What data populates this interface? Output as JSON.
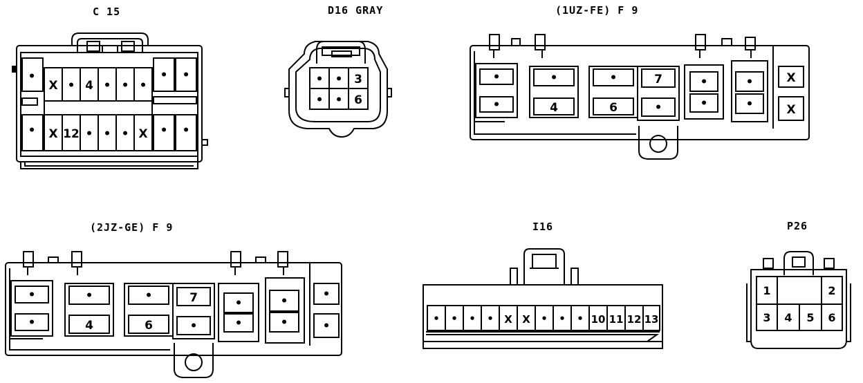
{
  "connectors": {
    "c15": {
      "title": "C 15",
      "row1": [
        "•",
        "X",
        "•",
        "4",
        "•",
        "•",
        "•",
        "•",
        "•"
      ],
      "row2": [
        "•",
        "X",
        "12",
        "•",
        "•",
        "•",
        "X",
        "•",
        "•"
      ]
    },
    "d16": {
      "title": "D16 GRAY",
      "row1": [
        "•",
        "•",
        "3"
      ],
      "row2": [
        "•",
        "•",
        "6"
      ]
    },
    "f9_1uz": {
      "title": "(1UZ-FE) F 9",
      "cells": [
        "•",
        "•",
        "•",
        "4",
        "•",
        "6",
        "7",
        "•",
        "•",
        "•",
        "•",
        "•",
        "X",
        "X"
      ]
    },
    "f9_2jz": {
      "title": "(2JZ-GE) F 9",
      "cells": [
        "•",
        "•",
        "•",
        "4",
        "•",
        "6",
        "7",
        "•",
        "•",
        "•",
        "•",
        "•",
        "•",
        "•"
      ]
    },
    "i16": {
      "title": "I16",
      "row": [
        "•",
        "•",
        "•",
        "•",
        "X",
        "X",
        "•",
        "•",
        "•",
        "10",
        "11",
        "12",
        "13"
      ]
    },
    "p26": {
      "title": "P26",
      "top": [
        "1",
        "2"
      ],
      "bottom": [
        "3",
        "4",
        "5",
        "6"
      ]
    }
  }
}
